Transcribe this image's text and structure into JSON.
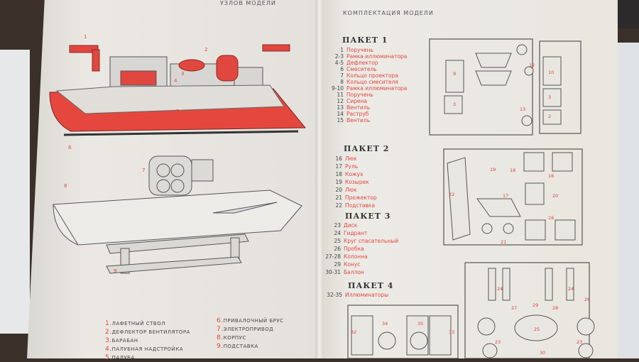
{
  "left_page": {
    "header": "УЗЛОВ МОДЕЛИ",
    "callouts": [
      "1",
      "2",
      "3",
      "4",
      "5",
      "6",
      "7",
      "8",
      "9"
    ],
    "legend": [
      {
        "num": "1.",
        "label": "ЛАФЕТНЫЙ СТВОЛ"
      },
      {
        "num": "2.",
        "label": "ДЕФЛЕКТОР ВЕНТИЛЯТОРА"
      },
      {
        "num": "3.",
        "label": "БАРАБАН"
      },
      {
        "num": "4.",
        "label": "ПАЛУБНАЯ НАДСТРОЙКА"
      },
      {
        "num": "5.",
        "label": "ПАЛУБА"
      },
      {
        "num": "6.",
        "label": "ПРИВАЛОЧНЫЙ БРУС"
      },
      {
        "num": "7.",
        "label": "ЭЛЕКТРОПРИВОД"
      },
      {
        "num": "8.",
        "label": "КОРПУС"
      },
      {
        "num": "9.",
        "label": "ПОДСТАВКА"
      }
    ]
  },
  "right_page": {
    "header": "КОМПЛЕКТАЦИЯ МОДЕЛИ",
    "packets": [
      {
        "title": "ПАКЕТ 1",
        "items": [
          {
            "num": "1",
            "name": "Поручень"
          },
          {
            "num": "2-3",
            "name": "Рамка иллюминатора"
          },
          {
            "num": "4-5",
            "name": "Дефлектор"
          },
          {
            "num": "6",
            "name": "Смеситель"
          },
          {
            "num": "7",
            "name": "Кольцо проектора"
          },
          {
            "num": "8",
            "name": "Кольцо смесителя"
          },
          {
            "num": "9-10",
            "name": "Рамка иллюминатора"
          },
          {
            "num": "11",
            "name": "Поручень"
          },
          {
            "num": "12",
            "name": "Сирена"
          },
          {
            "num": "13",
            "name": "Вентиль"
          },
          {
            "num": "14",
            "name": "Раструб"
          },
          {
            "num": "15",
            "name": "Вентиль"
          }
        ]
      },
      {
        "title": "ПАКЕТ 2",
        "items": [
          {
            "num": "16",
            "name": "Люк"
          },
          {
            "num": "17",
            "name": "Руль"
          },
          {
            "num": "18",
            "name": "Кожух"
          },
          {
            "num": "19",
            "name": "Козырек"
          },
          {
            "num": "20",
            "name": "Люк"
          },
          {
            "num": "21",
            "name": "Прожектор"
          },
          {
            "num": "22",
            "name": "Подставка"
          }
        ]
      },
      {
        "title": "ПАКЕТ 3",
        "items": [
          {
            "num": "23",
            "name": "Диск"
          },
          {
            "num": "24",
            "name": "Гидрант"
          },
          {
            "num": "25",
            "name": "Круг спасательный"
          },
          {
            "num": "26",
            "name": "Пробка"
          },
          {
            "num": "27-28",
            "name": "Колонна"
          },
          {
            "num": "29",
            "name": "Конус"
          },
          {
            "num": "30-31",
            "name": "Баллон"
          }
        ]
      },
      {
        "title": "ПАКЕТ 4",
        "items": [
          {
            "num": "32-35",
            "name": "Иллюминаторы"
          }
        ]
      }
    ],
    "sprue_numbers": [
      "9",
      "3",
      "12",
      "10",
      "13",
      "3",
      "2",
      "19",
      "18",
      "22",
      "17",
      "16",
      "20",
      "16",
      "21",
      "24",
      "27",
      "29",
      "28",
      "24",
      "26",
      "25",
      "23",
      "30",
      "23",
      "32",
      "34",
      "35",
      "33"
    ]
  },
  "colors": {
    "accent_red": "#e0473f",
    "page": "#e9e6e0",
    "ink": "#444444"
  }
}
